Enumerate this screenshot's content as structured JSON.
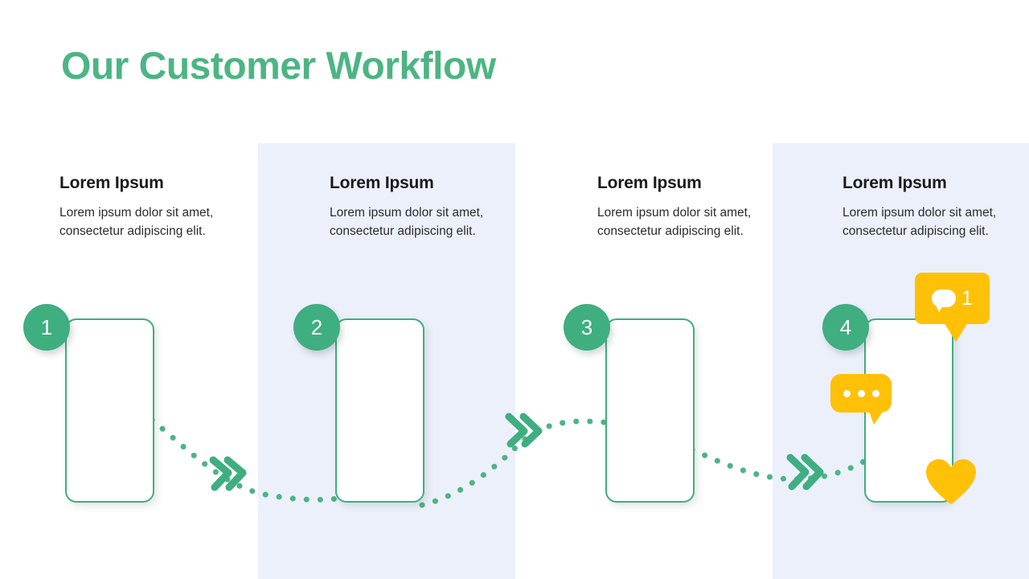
{
  "slide": {
    "title": "Our Customer Workflow",
    "accent_green": "#3fae80",
    "title_green": "#4cb583",
    "accent_yellow": "#ffc107",
    "band_color": "#ecf0fb",
    "background": "#ffffff"
  },
  "steps": [
    {
      "number": "1",
      "heading": "Lorem Ipsum",
      "body": "Lorem ipsum dolor sit amet, consectetur adipiscing elit."
    },
    {
      "number": "2",
      "heading": "Lorem Ipsum",
      "body": "Lorem ipsum dolor sit amet, consectetur adipiscing elit."
    },
    {
      "number": "3",
      "heading": "Lorem Ipsum",
      "body": "Lorem ipsum dolor sit amet, consectetur adipiscing elit."
    },
    {
      "number": "4",
      "heading": "Lorem Ipsum",
      "body": "Lorem ipsum dolor sit amet, consectetur adipiscing elit."
    }
  ],
  "decorations": {
    "chat_badge_count": "1",
    "chat_badge_icon": "chat-bubble-icon",
    "typing_bubble_icon": "typing-dots-icon",
    "heart_icon": "heart-icon"
  },
  "connectors": [
    {
      "name": "connector-1-to-2",
      "arrow_icon": "double-chevron-right-icon"
    },
    {
      "name": "connector-2-to-3",
      "arrow_icon": "double-chevron-right-icon"
    },
    {
      "name": "connector-3-to-4",
      "arrow_icon": "double-chevron-right-icon"
    }
  ]
}
